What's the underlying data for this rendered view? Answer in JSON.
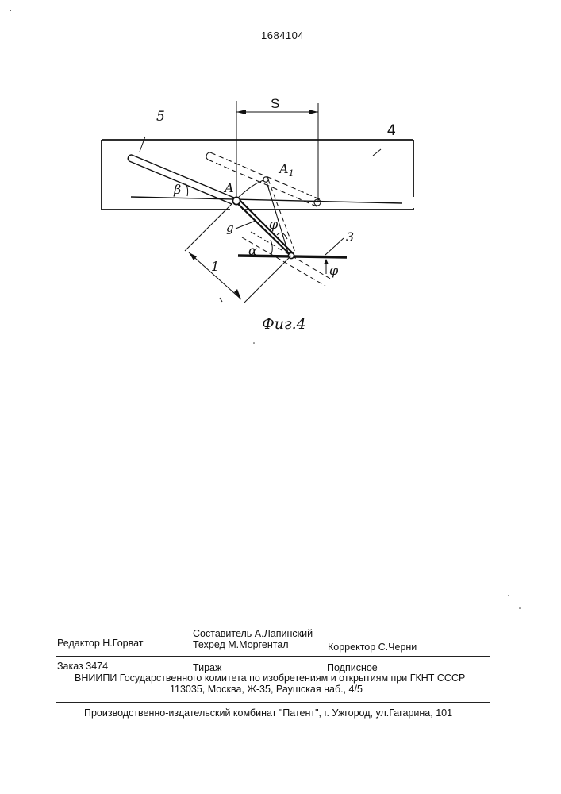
{
  "document": {
    "patent_number": "1684104"
  },
  "figure": {
    "caption": "Фиг.4",
    "labels": {
      "S": "S",
      "n4": "4",
      "n5": "5",
      "n3": "3",
      "A": "A",
      "A1_main": "A",
      "A1_sub": "1",
      "beta": "β",
      "g": "g",
      "phi_upper": "φ",
      "phi_lower": "φ",
      "alpha": "α",
      "length_l": "1"
    }
  },
  "imprint": {
    "compiler": "Составитель А.Лапинский",
    "editor": "Редактор  Н.Горват",
    "tech_editor": "Техред М.Моргентал",
    "corrector": "Корректор С.Черни",
    "order": "Заказ 3474",
    "circulation": "Тираж",
    "subscription": "Подписное",
    "org_line": "ВНИИПИ Государственного комитета по изобретениям и открытиям при ГКНТ СССР",
    "address_line": "113035, Москва, Ж-35, Раушская наб., 4/5",
    "publisher_line": "Производственно-издательский комбинат \"Патент\", г. Ужгород, ул.Гагарина, 101"
  }
}
